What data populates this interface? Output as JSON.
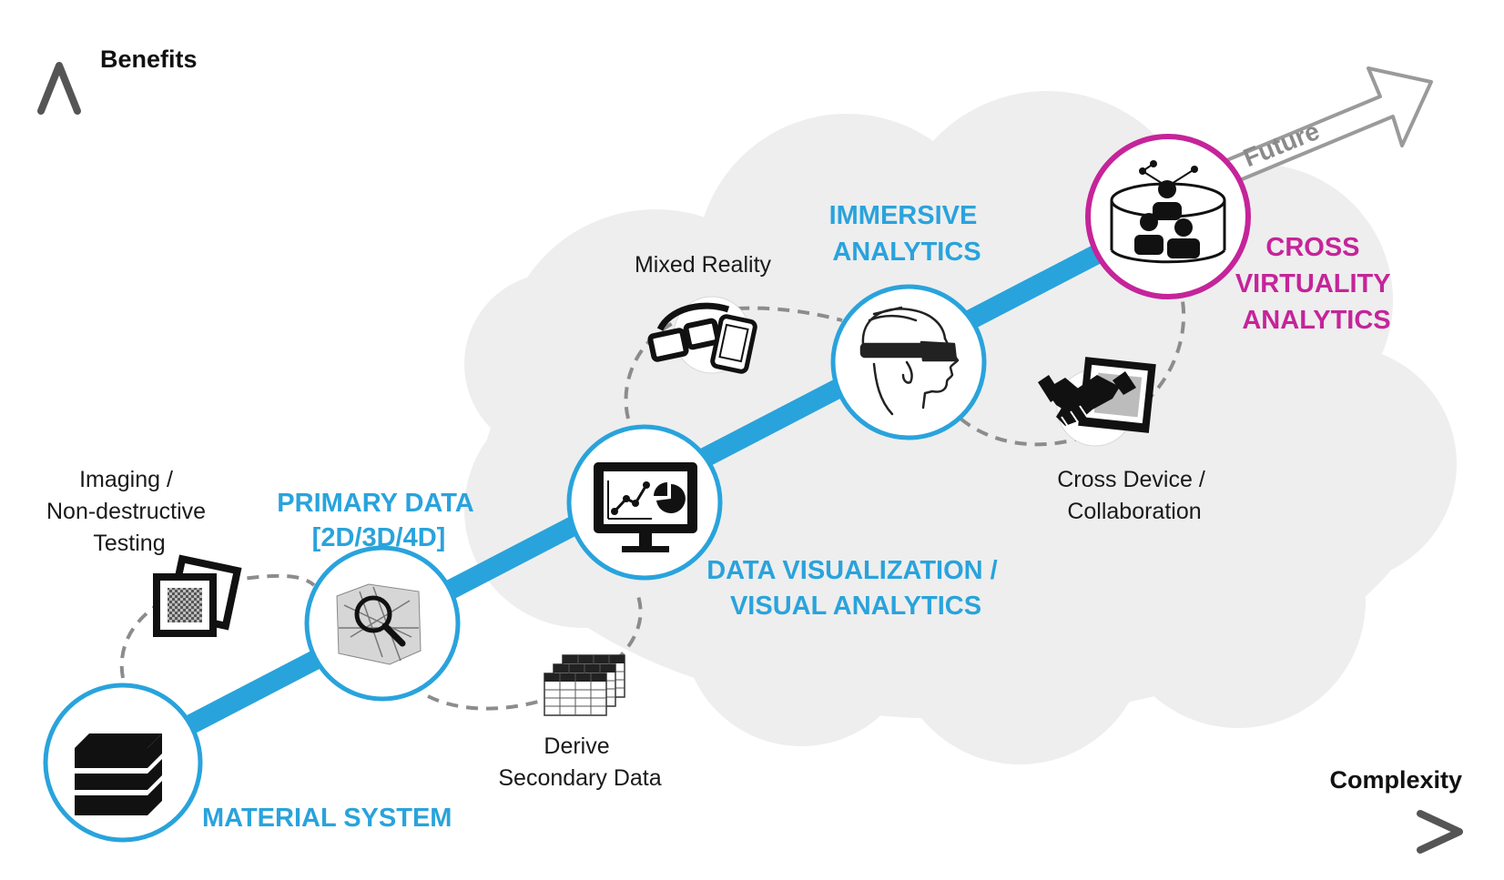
{
  "axes": {
    "y_label": "Benefits",
    "x_label": "Complexity"
  },
  "stages": [
    {
      "id": "material",
      "icon": "stacked-layers-icon",
      "lines": [
        "MATERIAL SYSTEM"
      ]
    },
    {
      "id": "primary",
      "icon": "magnifier-volume-icon",
      "lines": [
        "PRIMARY DATA",
        "[2D/3D/4D]"
      ]
    },
    {
      "id": "visualization",
      "icon": "monitor-chart-icon",
      "lines": [
        "DATA VISUALIZATION /",
        "VISUAL ANALYTICS"
      ]
    },
    {
      "id": "immersive",
      "icon": "vr-headset-face-icon",
      "lines": [
        "IMMERSIVE",
        "ANALYTICS"
      ]
    },
    {
      "id": "cross",
      "icon": "cave-collaboration-icon",
      "lines": [
        "CROSS",
        "VIRTUALITY",
        "ANALYTICS"
      ]
    }
  ],
  "side_steps": [
    {
      "id": "imaging",
      "icon": "image-slices-icon",
      "lines": [
        "Imaging /",
        "Non-destructive",
        "Testing"
      ]
    },
    {
      "id": "derive",
      "icon": "tables-icon",
      "lines": [
        "Derive",
        "Secondary Data"
      ]
    },
    {
      "id": "mixed",
      "icon": "glasses-phone-icon",
      "lines": [
        "Mixed Reality"
      ]
    },
    {
      "id": "crossdevice",
      "icon": "handshake-monitor-icon",
      "lines": [
        "Cross Device /",
        "Collaboration"
      ]
    }
  ],
  "future_label": "Future",
  "colors": {
    "accent_blue": "#29a3dc",
    "accent_pink": "#c5249a",
    "cloud": "#eeeeee",
    "dashed": "#8c8c8c"
  }
}
